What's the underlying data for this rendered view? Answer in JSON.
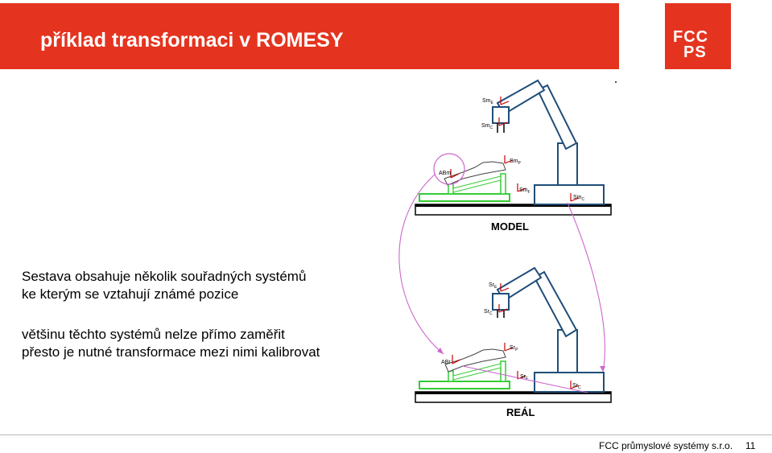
{
  "slide": {
    "title": "příklad transformaci v ROMESY",
    "logo_line1": "FCC",
    "logo_line2": "PS"
  },
  "content": {
    "para1_line1": "Sestava obsahuje několik souřadných systémů",
    "para1_line2": "ke kterým se vztahují známé pozice",
    "para2_line1": "většinu těchto systémů nelze přímo zaměřit",
    "para2_line2": "přesto je nutné transformace mezi nimi kalibrovat"
  },
  "diagram": {
    "model_label": "MODEL",
    "real_label": "REÁL",
    "model_frames": {
      "tool_e": "Sm",
      "tool_e_sub": "E",
      "tool_c": "Sm",
      "tool_c_sub": "C",
      "part_ab": "ABm",
      "fixture_p": "Sm",
      "fixture_p_sub": "P",
      "fixture_f": "Sm",
      "fixture_f_sub": "F",
      "robot_c": "Sm",
      "robot_c_sub": "C"
    },
    "real_frames": {
      "tool_e": "Sr",
      "tool_e_sub": "E",
      "tool_c": "Sr",
      "tool_c_sub": "C",
      "part_ab": "ABr",
      "fixture_p": "Sr",
      "fixture_p_sub": "P",
      "fixture_f": "Sr",
      "fixture_f_sub": "F",
      "robot_c": "Sr",
      "robot_c_sub": "C"
    },
    "colors": {
      "robot": "#1f4e79",
      "fixture": "#33cc33",
      "link": "#cc66cc",
      "axis": "#cc0000"
    }
  },
  "footer": {
    "company": "FCC průmyslové systémy s.r.o.",
    "page_number": "11"
  }
}
